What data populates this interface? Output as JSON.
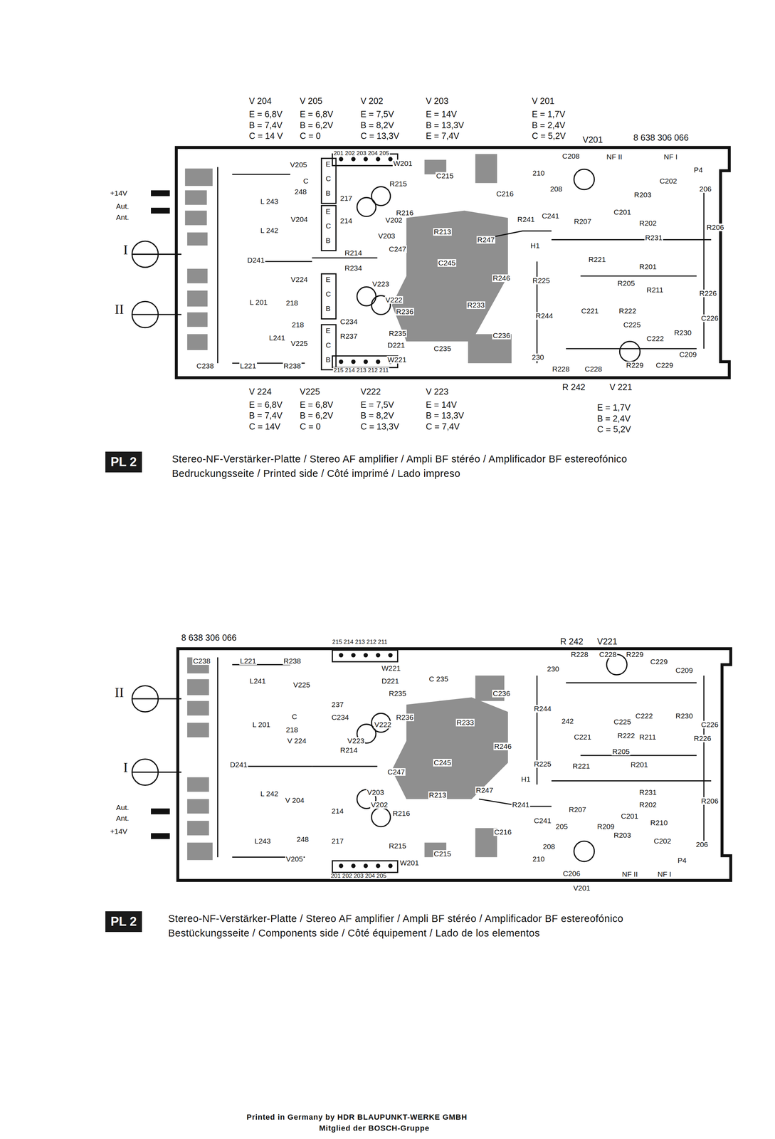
{
  "diagram": {
    "nodes": [
      {
        "text": [
          "PL 2"
        ]
      },
      {
        "text": [
          "PL 2"
        ]
      }
    ],
    "edges": [],
    "labels": [
      "V 204",
      "E = 6,8V",
      "B = 7,4V",
      "C = 14 V",
      "V 205",
      "E = 6,8V",
      "B = 6,2V",
      "C = 0",
      "V 202",
      "E = 7,5V",
      "B = 8,2V",
      "C = 13,3V",
      "V 203",
      "E = 14V",
      "B = 13,3V",
      "E = 7,4V",
      "V 201",
      "E = 1,7V",
      "B = 2,4V",
      "C = 5,2V",
      "V201",
      "8 638 306 066",
      "+14V",
      "Aut.",
      "Ant.",
      "I",
      "II",
      "V205",
      "E",
      "C",
      "B",
      "L 243",
      "C",
      "248",
      "201 202 203 204 205",
      "W201",
      "C215",
      "R215",
      "217",
      "V202",
      "R216",
      "V203",
      "V204",
      "E",
      "C",
      "B",
      "214",
      "L 242",
      "D241",
      "R214",
      "C247",
      "R213",
      "R247",
      "C245",
      "R246",
      "R233",
      "C216",
      "R241",
      "H1",
      "C208",
      "210",
      "208",
      "C241",
      "R207",
      "NF II",
      "NF I",
      "P4",
      "C202",
      "206",
      "R203",
      "C201",
      "R202",
      "R206",
      "R231",
      "R221",
      "R201",
      "R205",
      "R211",
      "R226",
      "C226",
      "R225",
      "V224",
      "E",
      "C",
      "B",
      "V223",
      "V222",
      "R234",
      "R236",
      "R235",
      "D221",
      "C235",
      "W221",
      "C234",
      "R237",
      "C236",
      "L 201",
      "218",
      "218",
      "L241",
      "V225",
      "E",
      "C",
      "B",
      "R238",
      "L221",
      "C238",
      "215 214 213 212 211",
      "R244",
      "C221",
      "R222",
      "C225",
      "C222",
      "R230",
      "C209",
      "C229",
      "R229",
      "C228",
      "R228",
      "230",
      "R 242",
      "V 221",
      "V 224",
      "E = 6,8V",
      "B = 7,4V",
      "C = 14V",
      "V225",
      "E = 6,8V",
      "B = 6,2V",
      "C = 0",
      "V222",
      "E = 7,5V",
      "B = 8,2V",
      "C = 13,3V",
      "V 223",
      "E = 14V",
      "B = 13,3V",
      "C = 7,4V",
      "E = 1,7V",
      "B = 2,4V",
      "C = 5,2V",
      "Stereo-NF-Verstärker-Platte / Stereo AF amplifier / Ampli BF stéréo / Amplificador BF estereofónico",
      "Bedruckungsseite / Printed side / Côté imprimé / Lado impreso",
      "8 638 306 066",
      "R 242",
      "V221",
      "C238",
      "L221",
      "R238",
      "215 214 213 212 211",
      "W221",
      "D221",
      "C 235",
      "C236",
      "R228",
      "C228",
      "R229",
      "C229",
      "C209",
      "230",
      "L241",
      "V225",
      "R235",
      "237",
      "C234",
      "R236",
      "R233",
      "V222",
      "V223",
      "L 201",
      "C",
      "218",
      "V 224",
      "R244",
      "242",
      "C221",
      "C225",
      "R222",
      "C222",
      "R230",
      "C226",
      "R226",
      "R225",
      "R205",
      "R211",
      "R201",
      "R221",
      "D241",
      "R214",
      "C247",
      "C245",
      "R246",
      "R213",
      "R247",
      "H1",
      "R231",
      "R202",
      "R206",
      "R241",
      "R207",
      "L 242",
      "V 204",
      "V203",
      "V202",
      "R216",
      "214",
      "C216",
      "C241",
      "205",
      "R209",
      "C201",
      "R210",
      "R203",
      "C202",
      "206",
      "L243",
      "248",
      "V205",
      "217",
      "R215",
      "C215",
      "W201",
      "201 202 203 204 205",
      "210",
      "208",
      "C206",
      "NF II",
      "NF I",
      "P4",
      "V201",
      "II",
      "I",
      "Aut.",
      "Ant.",
      "+14V",
      "Stereo-NF-Verstärker-Platte / Stereo AF amplifier / Ampli BF stéréo / Amplificador BF estereofónico",
      "Bestückungsseite / Components side / Côté équipement / Lado de los elementos",
      "Printed in Germany by HDR BLAUPUNKT-WERKE GMBH",
      "Mitglied der BOSCH-Gruppe"
    ]
  }
}
